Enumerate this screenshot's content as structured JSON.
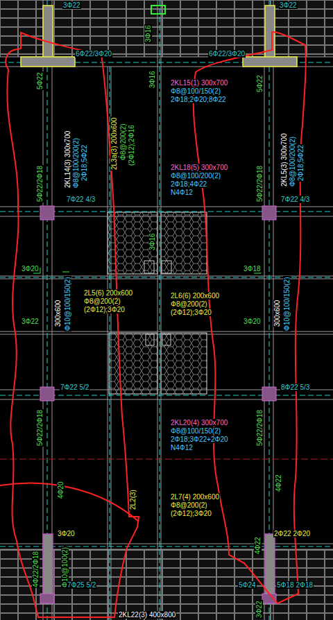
{
  "diagram": {
    "labels": [
      "3Φ22",
      "3Φ22",
      "3Φ16",
      "3Φ16",
      "6Φ22/3Φ20",
      "6Φ22/3Φ20",
      "5Φ22",
      "5Φ22",
      "2KL14(3) 300x700",
      "Φ8@100/200(2)",
      "2Φ18;5Φ22",
      "2L3a(3) 200x600",
      "Φ8@200(2)",
      "(2Φ12);2Φ16",
      "2KL15(1) 300x700",
      "Φ8@100/150(2)",
      "2Φ18;2Φ20;8Φ22",
      "2KL5(3) 300x700",
      "Φ8@100/200(2)",
      "2Φ18;5Φ22",
      "2KL18(5) 300x700",
      "Φ8@100/200(2)",
      "2Φ18;4Φ22",
      "N4Φ12",
      "5Φ22/2Φ18",
      "5Φ22/2Φ18",
      "7Φ22 4/3",
      "7Φ22 4/3",
      "3Φ16",
      "3Φ20",
      "3Φ18",
      "3Φ22",
      "3Φ20",
      "2L5(6) 200x600",
      "Φ8@200(2)",
      "(2Φ12);3Φ20",
      "300x600",
      "Φ10@100/150(2)",
      "2L6(6) 200x600",
      "Φ8@200(2)",
      "(2Φ12);3Φ20",
      "300x600",
      "Φ10@100/150(2)",
      "7Φ22 5/2",
      "8Φ22 5/3",
      "2KL20(4) 300x700",
      "Φ8@100/150(2)",
      "2Φ18;3Φ22+2Φ20",
      "N4Φ12",
      "5Φ22/2Φ18",
      "5Φ22/2Φ18",
      "4Φ20",
      "4Φ22",
      "2L2(3)",
      "2L7(4) 200x600",
      "Φ8@200(2)",
      "(2Φ12);3Φ20",
      "3Φ20",
      "4Φ22",
      "2Φ22 2Φ20",
      "4Φ22/2Φ18",
      "Φ10@100(2)",
      "7Φ25 5/2",
      "5Φ24",
      "5Φ18 2Φ18",
      "2KL22(3) 400x800",
      "3Φ22"
    ]
  }
}
